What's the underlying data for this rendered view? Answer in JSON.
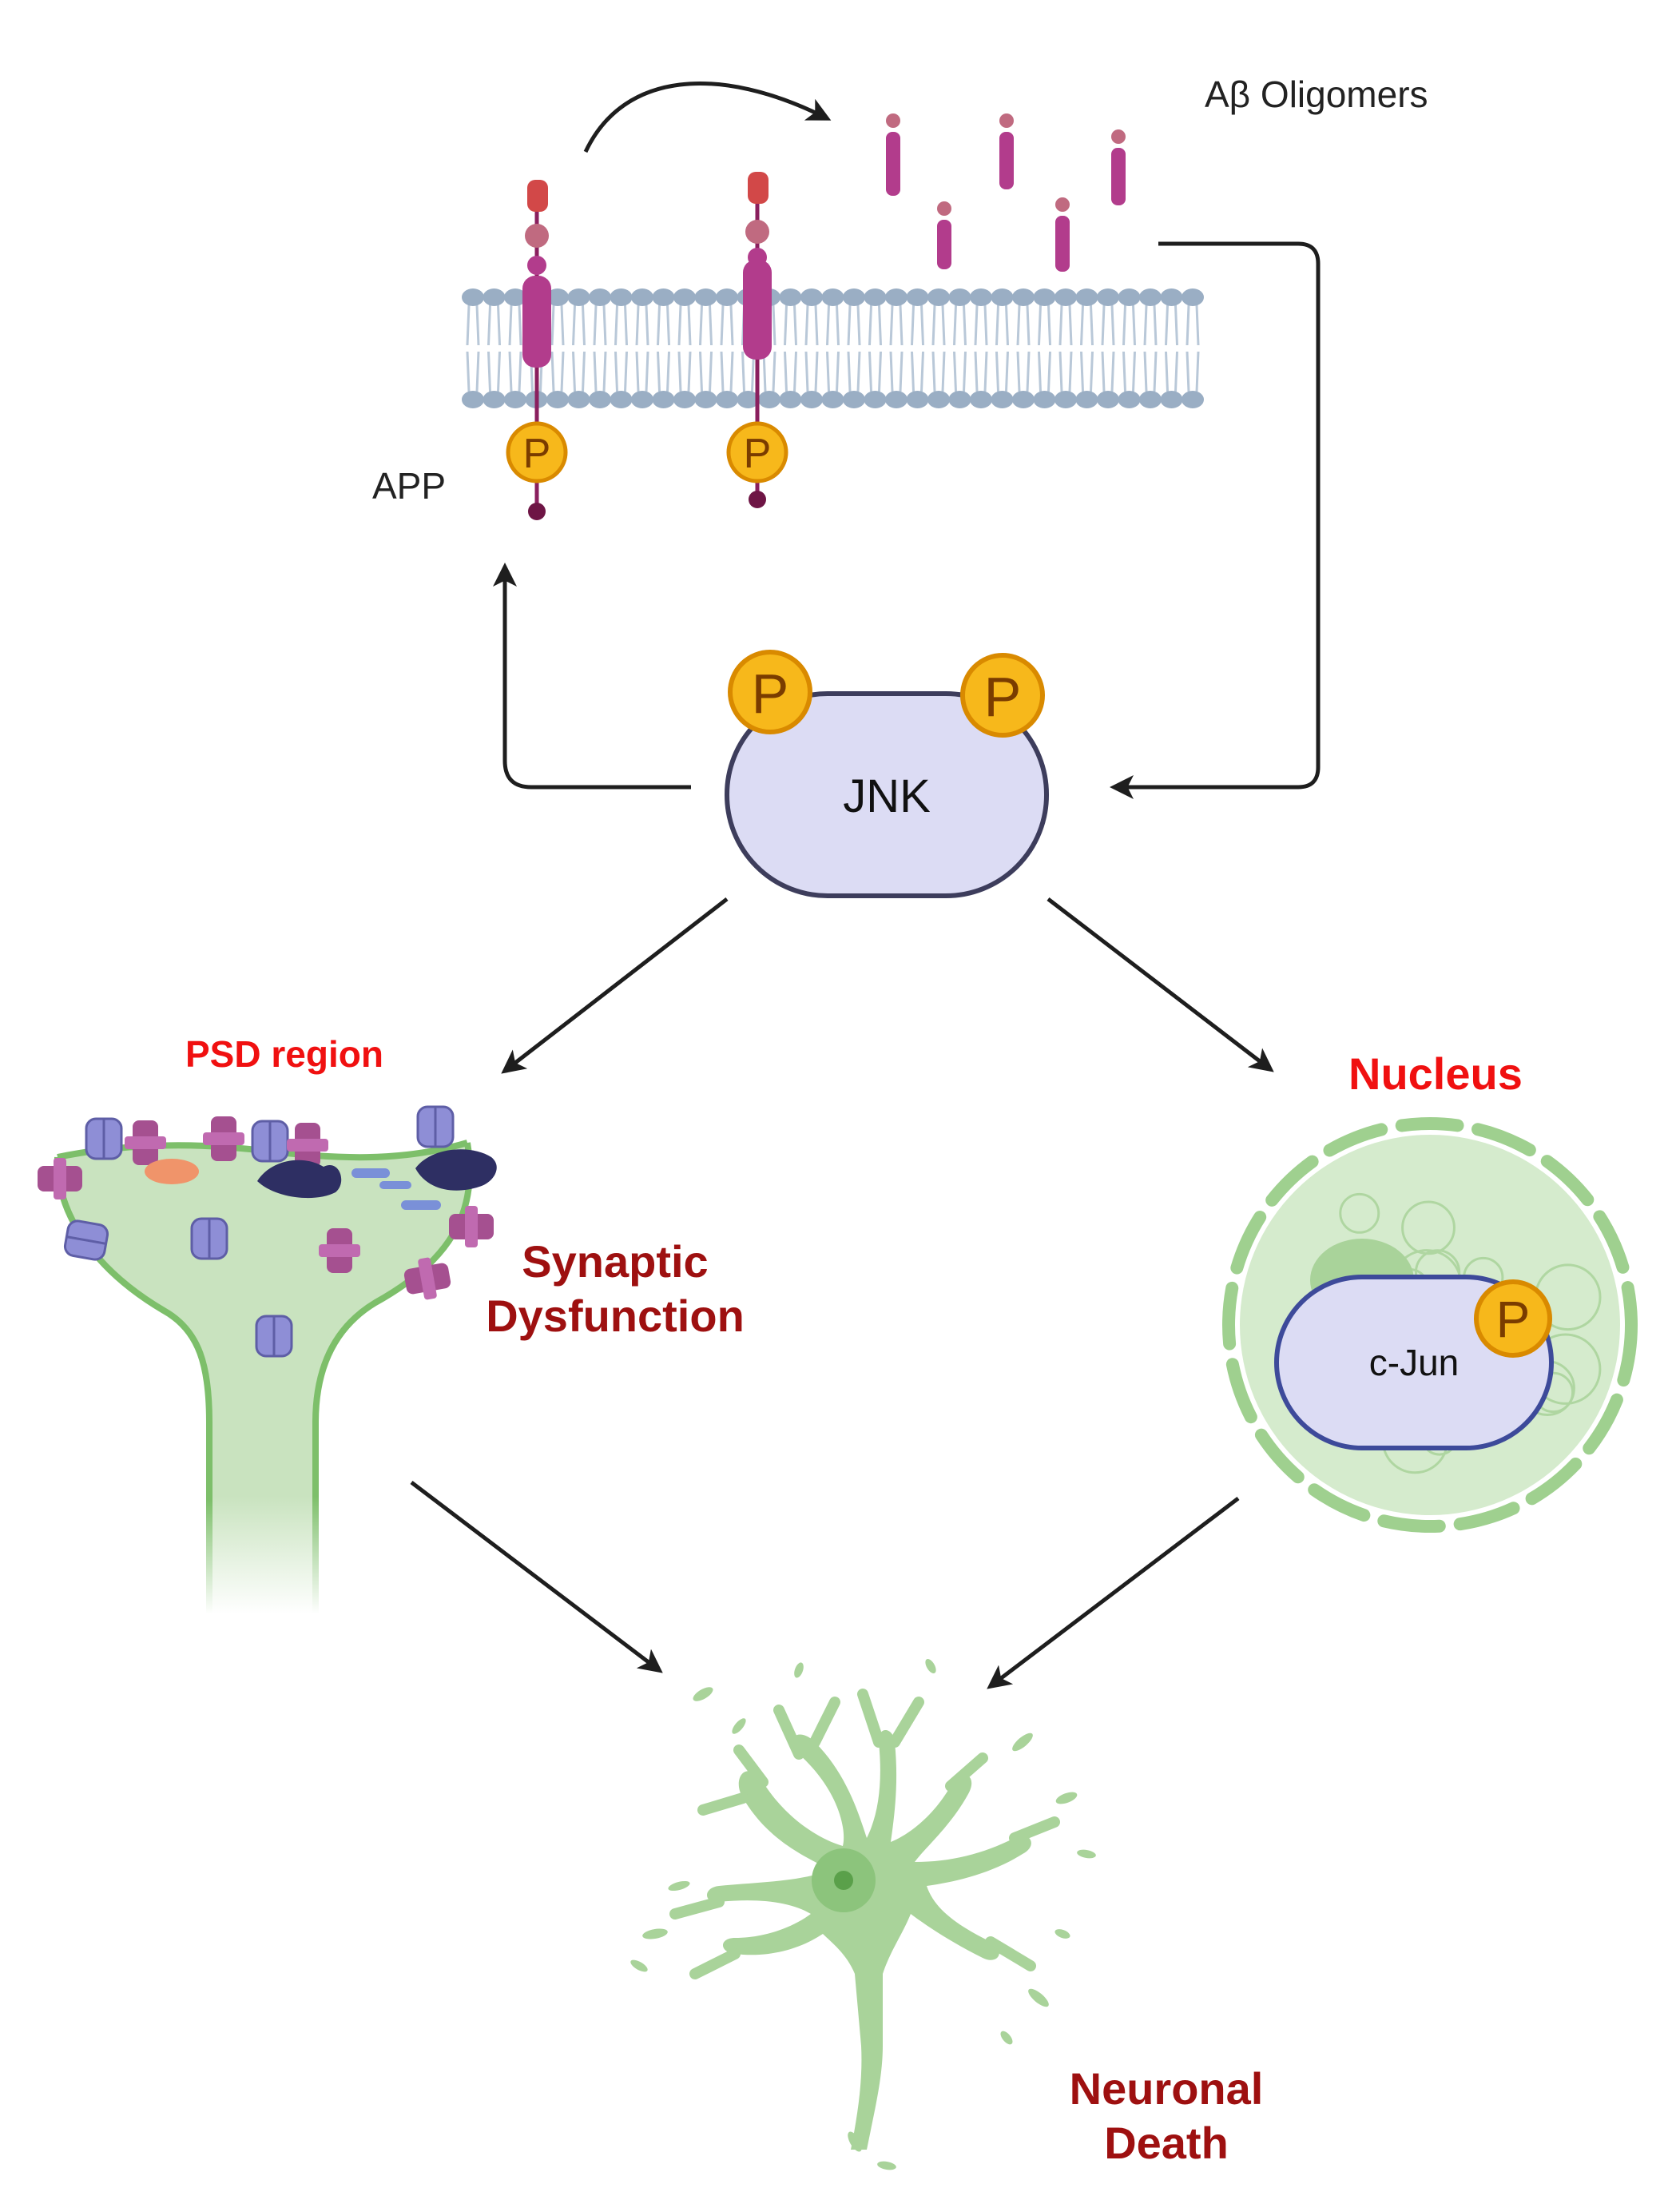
{
  "labels": {
    "oligomers": "Aβ Oligomers",
    "app": "APP",
    "jnk": "JNK",
    "psd_region": "PSD region",
    "synaptic_dysfunction": "Synaptic\nDysfunction",
    "nucleus": "Nucleus",
    "cjun": "c-Jun",
    "neuronal_death": "Neuronal\nDeath",
    "phospho": "P"
  },
  "colors": {
    "membrane_head": "#9aaec4",
    "app_protein": "#b23c8c",
    "app_cap": "#d24848",
    "phospho_fill": "#f7b81b",
    "phospho_stroke": "#d98a00",
    "jnk_fill": "#dcdcf4",
    "jnk_stroke": "#3d3d5c",
    "green_fill": "#a9d39a",
    "green_light": "#cfe6c6",
    "green_stroke": "#7dbf6a",
    "arrow": "#1e1e1e",
    "label_red": "#f01010",
    "label_dark_red": "#9e1010"
  }
}
